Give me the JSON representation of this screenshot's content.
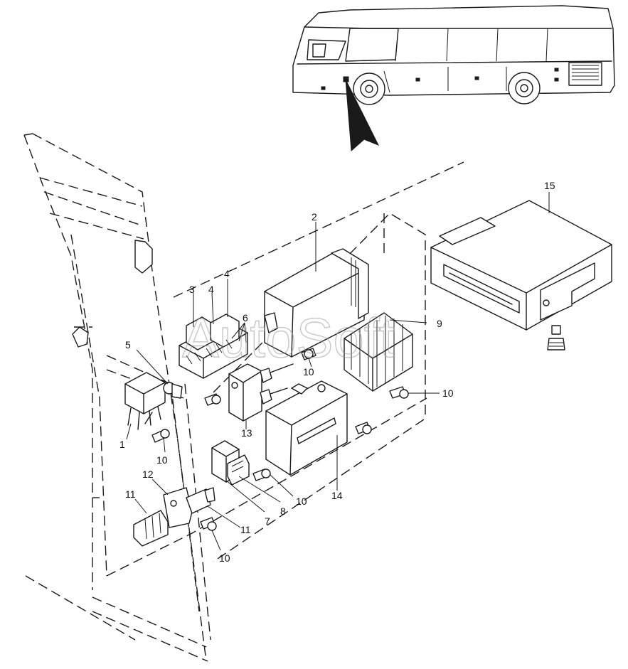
{
  "watermark": "AutoSoft",
  "callouts": [
    {
      "id": "callout-1",
      "text": "1"
    },
    {
      "id": "callout-2",
      "text": "2"
    },
    {
      "id": "callout-3",
      "text": "3"
    },
    {
      "id": "callout-4a",
      "text": "4"
    },
    {
      "id": "callout-4b",
      "text": "4"
    },
    {
      "id": "callout-5",
      "text": "5"
    },
    {
      "id": "callout-6",
      "text": "6"
    },
    {
      "id": "callout-7",
      "text": "7"
    },
    {
      "id": "callout-8",
      "text": "8"
    },
    {
      "id": "callout-9",
      "text": "9"
    },
    {
      "id": "callout-10a",
      "text": "10"
    },
    {
      "id": "callout-10b",
      "text": "10"
    },
    {
      "id": "callout-10c",
      "text": "10"
    },
    {
      "id": "callout-10d",
      "text": "10"
    },
    {
      "id": "callout-10e",
      "text": "10"
    },
    {
      "id": "callout-11a",
      "text": "11"
    },
    {
      "id": "callout-11b",
      "text": "11"
    },
    {
      "id": "callout-12",
      "text": "12"
    },
    {
      "id": "callout-13",
      "text": "13"
    },
    {
      "id": "callout-14",
      "text": "14"
    },
    {
      "id": "callout-15",
      "text": "15"
    }
  ]
}
